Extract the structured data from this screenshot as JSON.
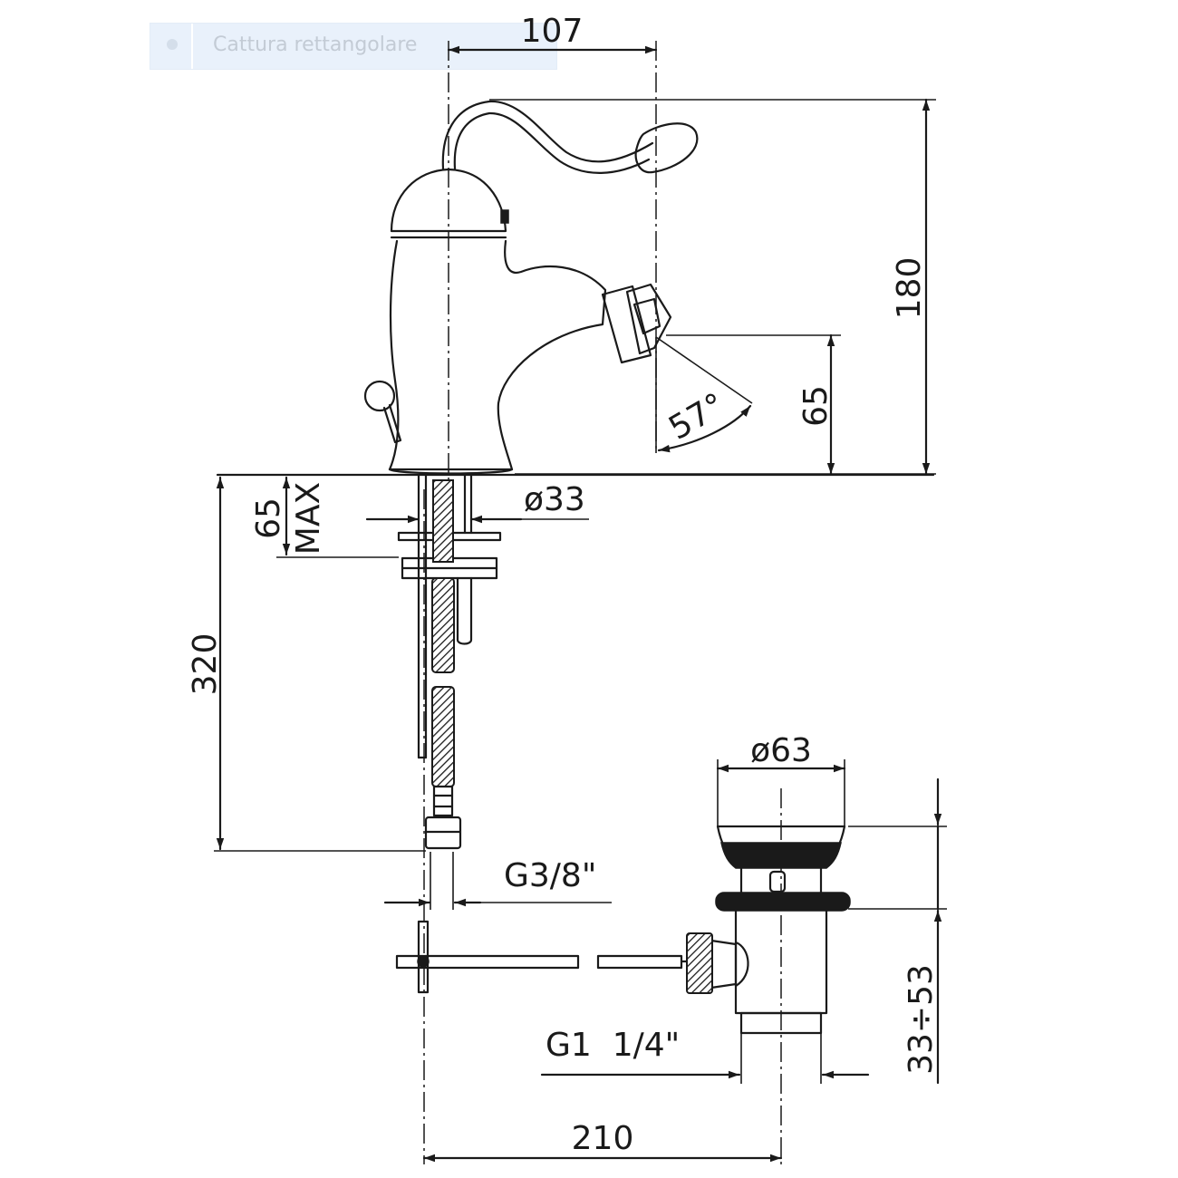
{
  "overlay": {
    "label": "Cattura rettangolare"
  },
  "dimensions": {
    "top_width": "107",
    "total_height": "180",
    "spout_height": "65",
    "spray_angle": "57°",
    "deck_max": "65",
    "deck_max_suffix": "MAX",
    "hole_diameter": "ø33",
    "hose_length": "320",
    "hose_thread": "G3/8\"",
    "drain_diameter": "ø63",
    "drain_thread": "G1  1/4\"",
    "drain_range": "33÷53",
    "rod_length": "210"
  }
}
